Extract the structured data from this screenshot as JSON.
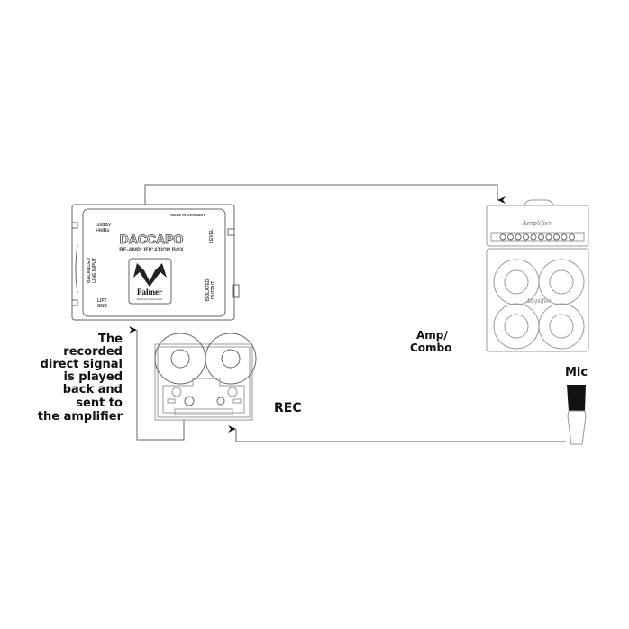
{
  "devices": {
    "reamp_box": {
      "brand_tag": "MADE IN GERMANY",
      "name": "DACCAPO",
      "subtitle": "RE-AMPLIFICATION BOX",
      "switch_top": [
        "-10dBV",
        "+4dBu"
      ],
      "switch_bottom": [
        "LIFT",
        "GND"
      ],
      "input_label": [
        "BALANCED",
        "LINE INPUT"
      ],
      "level_label": "LEVEL",
      "output_label": [
        "ISOLATED",
        "OUTPUT"
      ],
      "logo": "Palmer",
      "logo_sub": "Musical Instruments"
    },
    "amp": {
      "logo": "Amplifier"
    }
  },
  "labels": {
    "playback_note": [
      "The",
      "recorded",
      "direct signal",
      "is played",
      "back and",
      "sent to",
      "the amplifier"
    ],
    "rec": "REC",
    "amp": [
      "Amp/",
      "Combo"
    ],
    "mic": "Mic"
  }
}
